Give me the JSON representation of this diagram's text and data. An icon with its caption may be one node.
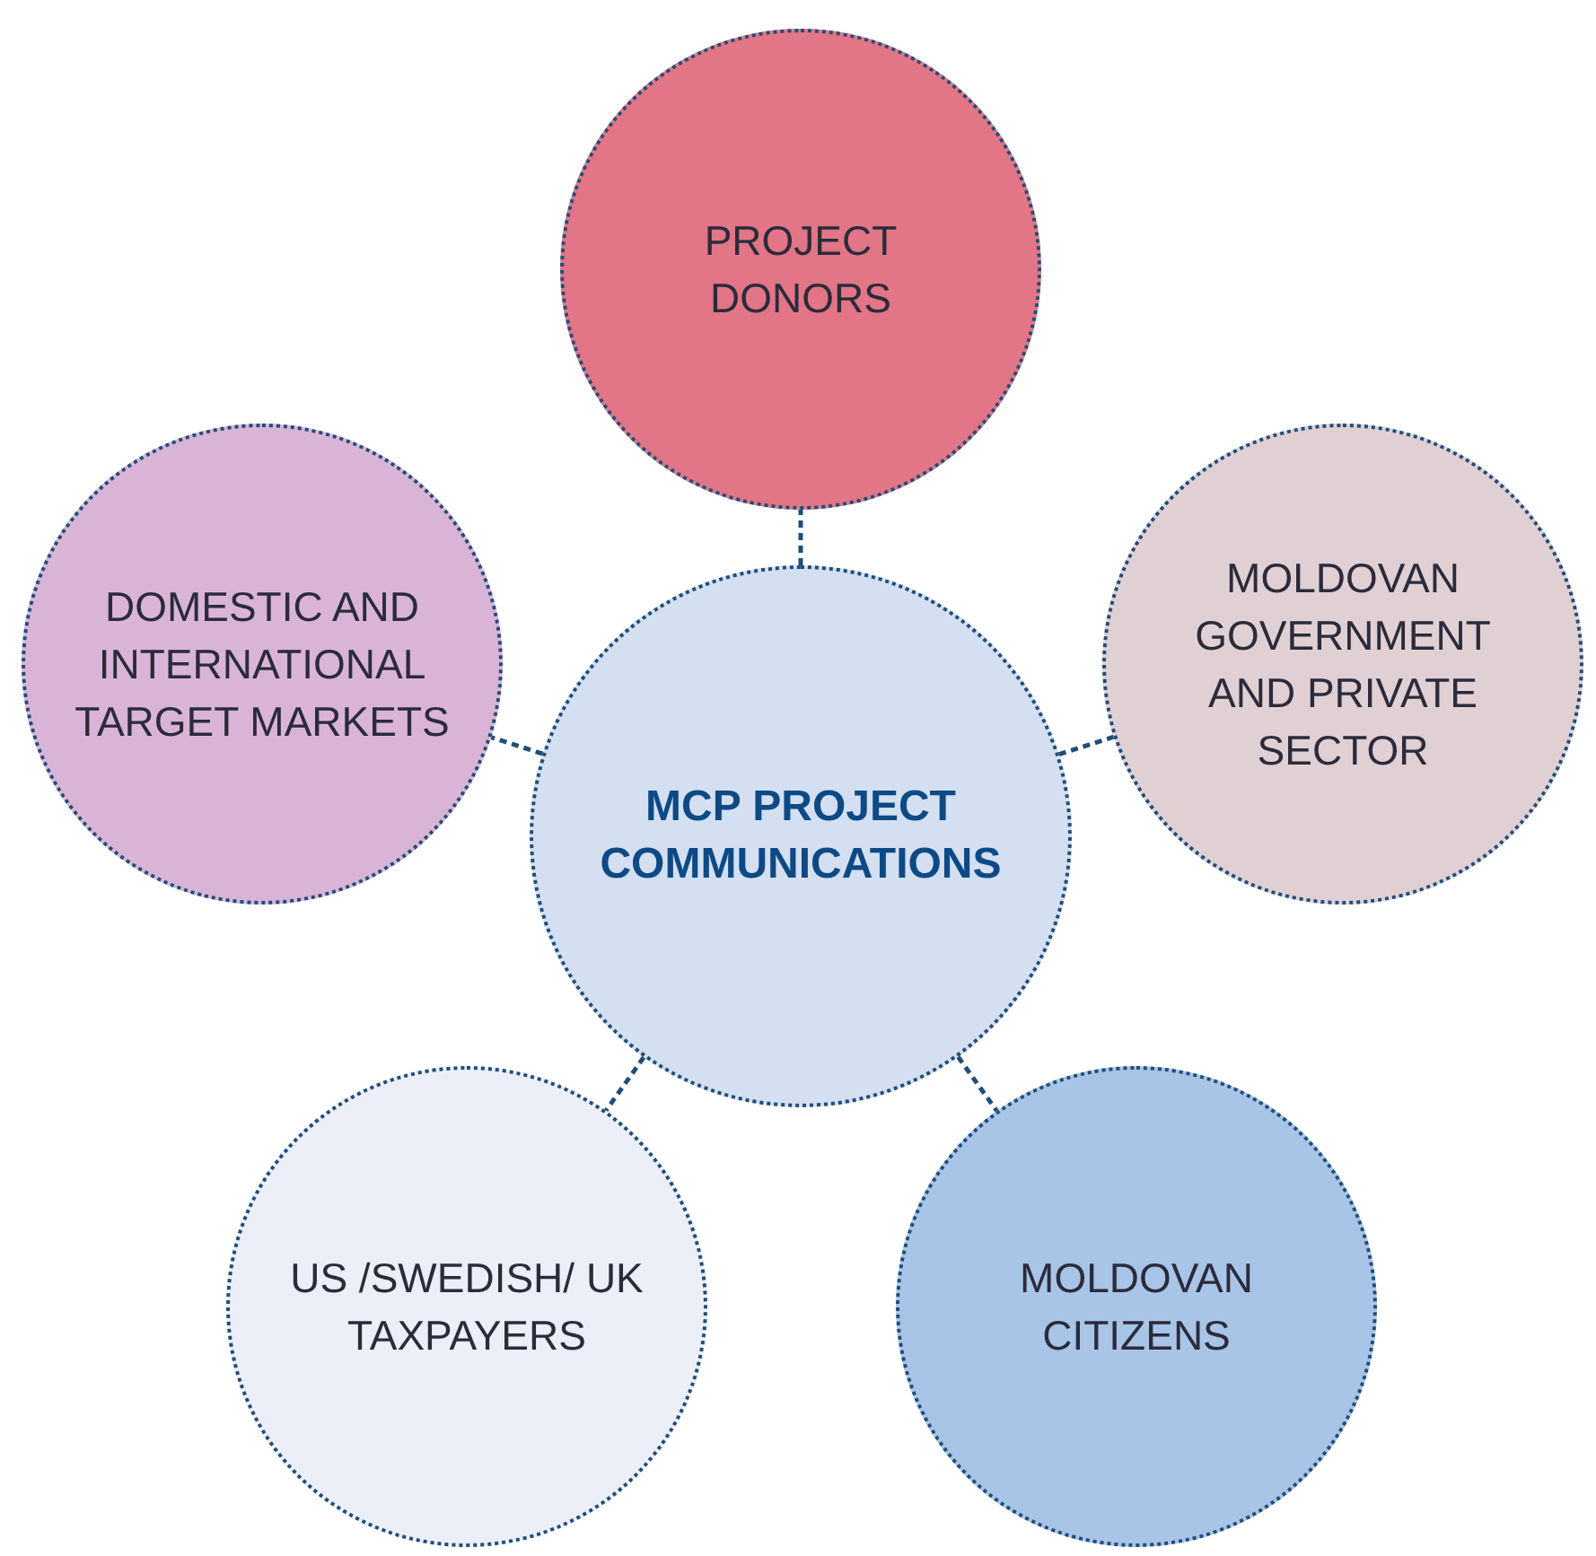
{
  "diagram": {
    "nodes": [
      {
        "text": [
          "PROJECT DONORS"
        ]
      },
      {
        "text": [
          "DOMESTIC AND INTERNATIONAL TARGET MARKETS"
        ]
      },
      {
        "text": [
          "MOLDOVAN GOVERNMENT AND PRIVATE SECTOR"
        ]
      },
      {
        "text": [
          "MCP PROJECT COMMUNICATIONS"
        ]
      },
      {
        "text": [
          "US /SWEDISH/ UK TAXPAYERS"
        ]
      },
      {
        "text": [
          "MOLDOVAN CITIZENS"
        ]
      }
    ],
    "edges": [
      {
        "from": 3,
        "to": 0,
        "arrow": "none",
        "style": "dashed"
      },
      {
        "from": 3,
        "to": 1,
        "arrow": "none",
        "style": "dashed"
      },
      {
        "from": 3,
        "to": 2,
        "arrow": "none",
        "style": "dashed"
      },
      {
        "from": 3,
        "to": 4,
        "arrow": "none",
        "style": "dashed"
      },
      {
        "from": 3,
        "to": 5,
        "arrow": "none",
        "style": "dashed"
      }
    ]
  }
}
